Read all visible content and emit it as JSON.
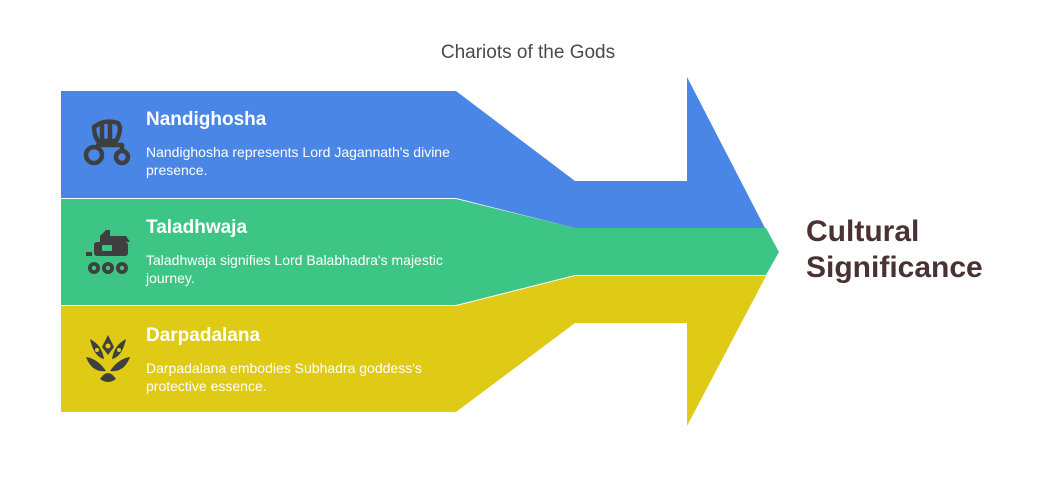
{
  "title": "Chariots of the Gods",
  "outcome": "Cultural Significance",
  "colors": {
    "blue": "#4a86e6",
    "green": "#3dc585",
    "yellow": "#dfcb16",
    "icon": "#3f3f3f",
    "outcome_text": "#4a3232"
  },
  "items": [
    {
      "title": "Nandighosha",
      "description": "Nandighosha represents Lord Jagannath's divine presence.",
      "icon": "chariot-icon"
    },
    {
      "title": "Taladhwaja",
      "description": "Taladhwaja signifies Lord Balabhadra's majestic journey.",
      "icon": "wheeled-vehicle-icon"
    },
    {
      "title": "Darpadalana",
      "description": "Darpadalana embodies Subhadra goddess's protective essence.",
      "icon": "lotus-icon"
    }
  ]
}
